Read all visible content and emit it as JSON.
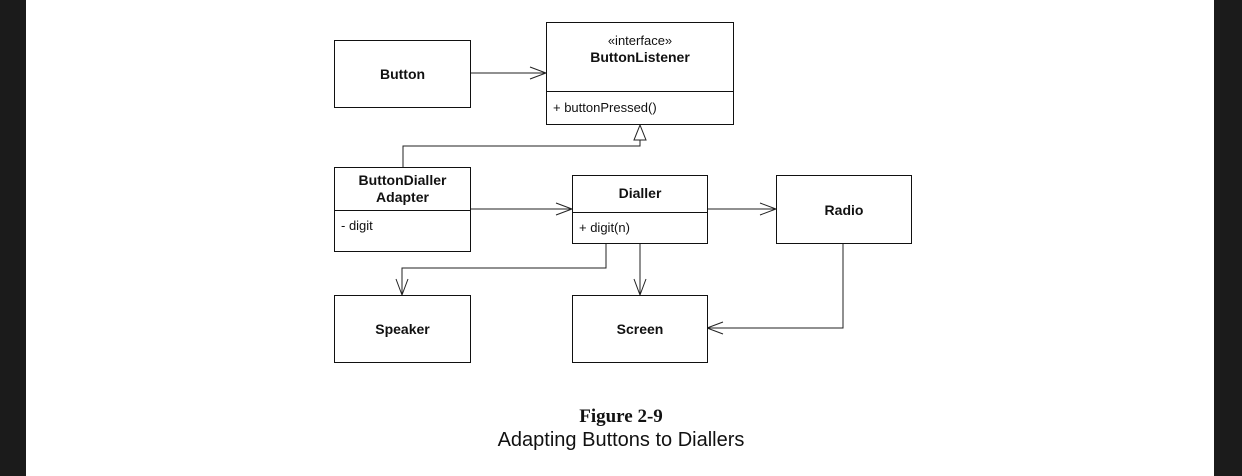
{
  "diagram": {
    "button": {
      "name": "Button"
    },
    "button_listener": {
      "stereotype": "«interface»",
      "name": "ButtonListener",
      "operation": "+ buttonPressed()"
    },
    "adapter": {
      "name_line1": "ButtonDialler",
      "name_line2": "Adapter",
      "attribute": "- digit"
    },
    "dialler": {
      "name": "Dialler",
      "operation": "+ digit(n)"
    },
    "radio": {
      "name": "Radio"
    },
    "speaker": {
      "name": "Speaker"
    },
    "screen": {
      "name": "Screen"
    }
  },
  "caption": {
    "title": "Figure 2-9",
    "subtitle": "Adapting Buttons to Diallers"
  }
}
